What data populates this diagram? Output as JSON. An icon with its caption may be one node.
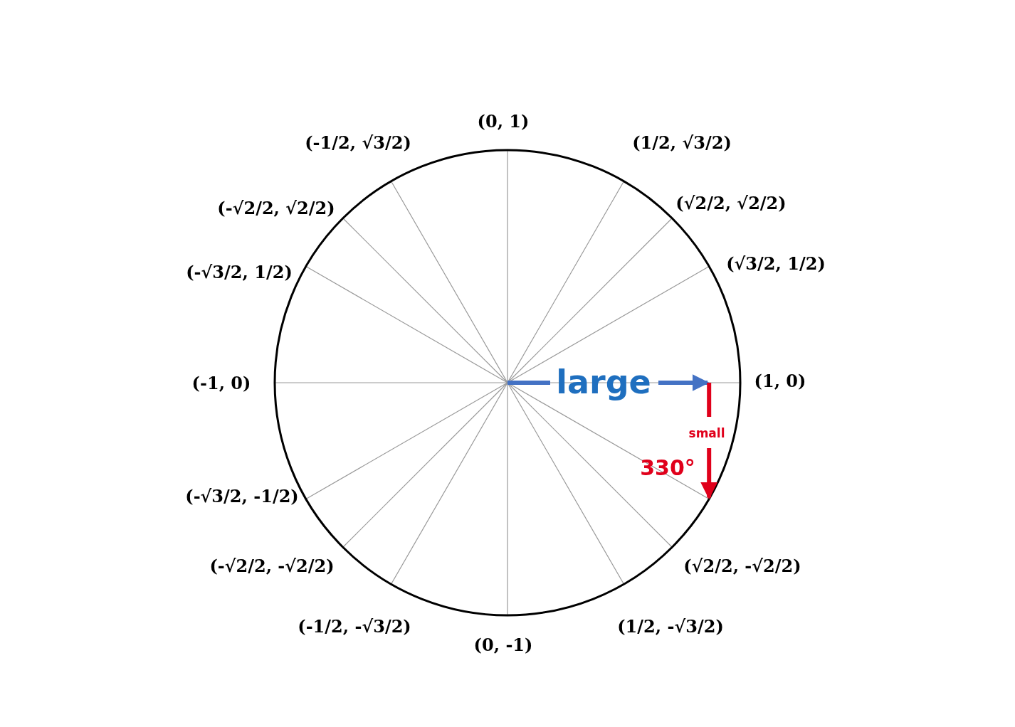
{
  "diagram": {
    "labels": [
      "(0, 1)",
      "(-1/2, √3/2)",
      "(1/2, √3/2)",
      "(√2/2, √2/2)",
      "(-√2/2, √2/2)",
      "(√3/2, 1/2)",
      "(-√3/2, 1/2)",
      "(-1, 0)",
      "large",
      "(1, 0)",
      "small",
      "330°",
      "(-√3/2, -1/2)",
      "(√2/2, -√2/2)",
      "(-√2/2, -√2/2)",
      "(-1/2, -√3/2)",
      "(1/2, -√3/2)",
      "(0, -1)"
    ]
  }
}
